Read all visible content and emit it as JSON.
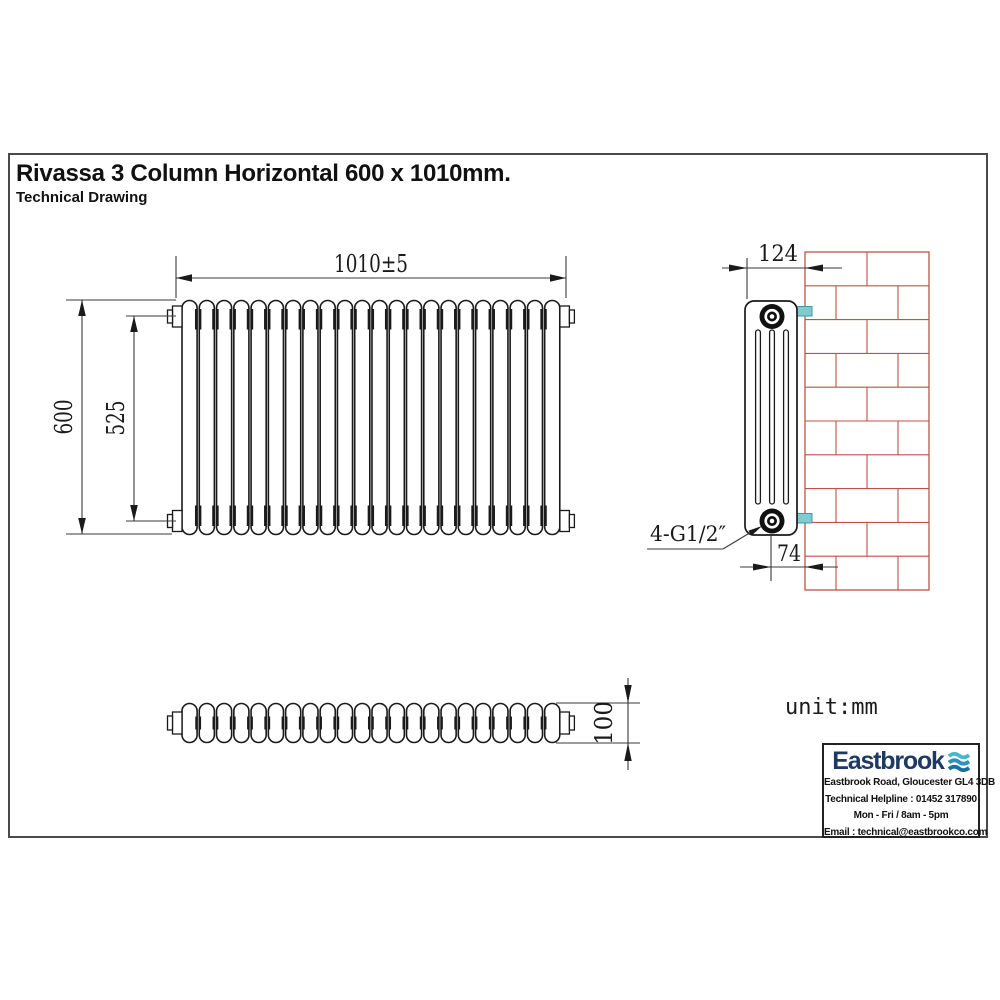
{
  "title": "Rivassa 3 Column Horizontal 600 x 1010mm.",
  "subtitle": "Technical Drawing",
  "unit_label": "unit:mm",
  "dimensions": {
    "overall_width": "1010±5",
    "overall_height": "600",
    "tapping_centres": "525",
    "wall_to_front": "124",
    "wall_to_pipe_centre": "74",
    "depth": "100",
    "connections": "4-G1/2″"
  },
  "drawing": {
    "column_count": 22,
    "brick_rows": 10
  },
  "colors": {
    "line": "#1a1a1a",
    "brick": "#bf5148",
    "bracket": "#7fcbd0",
    "logo_navy": "#1e3a64",
    "waves": [
      "#45b8cd",
      "#2e93bb",
      "#1b6f9e"
    ]
  },
  "footer": {
    "brand": "Eastbrook",
    "address": "Eastbrook Road, Gloucester GL4 3DB",
    "helpline": "Technical Helpline : 01452 317890",
    "hours": "Mon - Fri / 8am - 5pm",
    "email": "Email : technical@eastbrookco.com"
  }
}
